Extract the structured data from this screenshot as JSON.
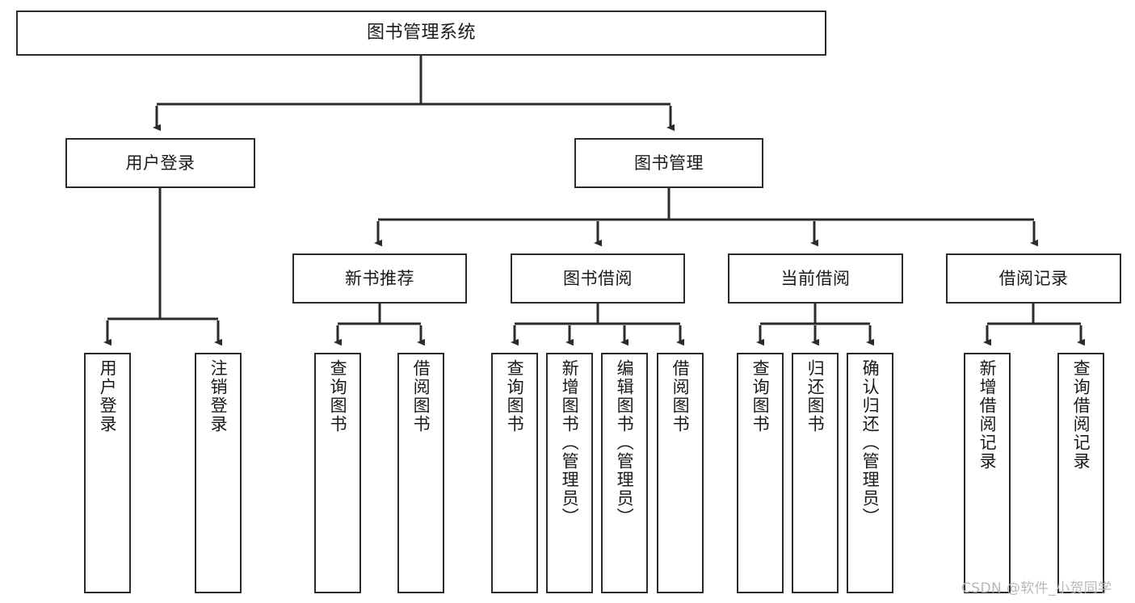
{
  "diagram": {
    "title": "图书管理系统",
    "type": "tree-hierarchy",
    "watermark": "CSDN @软件_小贺同学",
    "colors": {
      "border": "#2b2b2b",
      "background": "#ffffff",
      "text": "#1a1a1a",
      "edge": "#2b2b2b",
      "watermark": "#b8b8b8"
    },
    "nodes": {
      "root": {
        "label": "图书管理系统"
      },
      "level2": [
        {
          "label": "用户登录"
        },
        {
          "label": "图书管理"
        }
      ],
      "level3": [
        {
          "label": "新书推荐"
        },
        {
          "label": "图书借阅"
        },
        {
          "label": "当前借阅"
        },
        {
          "label": "借阅记录"
        }
      ],
      "leaves_user_login": [
        {
          "label": "用户登录"
        },
        {
          "label": "注销登录"
        }
      ],
      "leaves_new_book": [
        {
          "label": "查询图书"
        },
        {
          "label": "借阅图书"
        }
      ],
      "leaves_borrow": [
        {
          "label": "查询图书"
        },
        {
          "label": "新增图书（管理员）"
        },
        {
          "label": "编辑图书（管理员）"
        },
        {
          "label": "借阅图书"
        }
      ],
      "leaves_current": [
        {
          "label": "查询图书"
        },
        {
          "label": "归还图书"
        },
        {
          "label": "确认归还（管理员）"
        }
      ],
      "leaves_records": [
        {
          "label": "新增借阅记录"
        },
        {
          "label": "查询借阅记录"
        }
      ]
    }
  }
}
